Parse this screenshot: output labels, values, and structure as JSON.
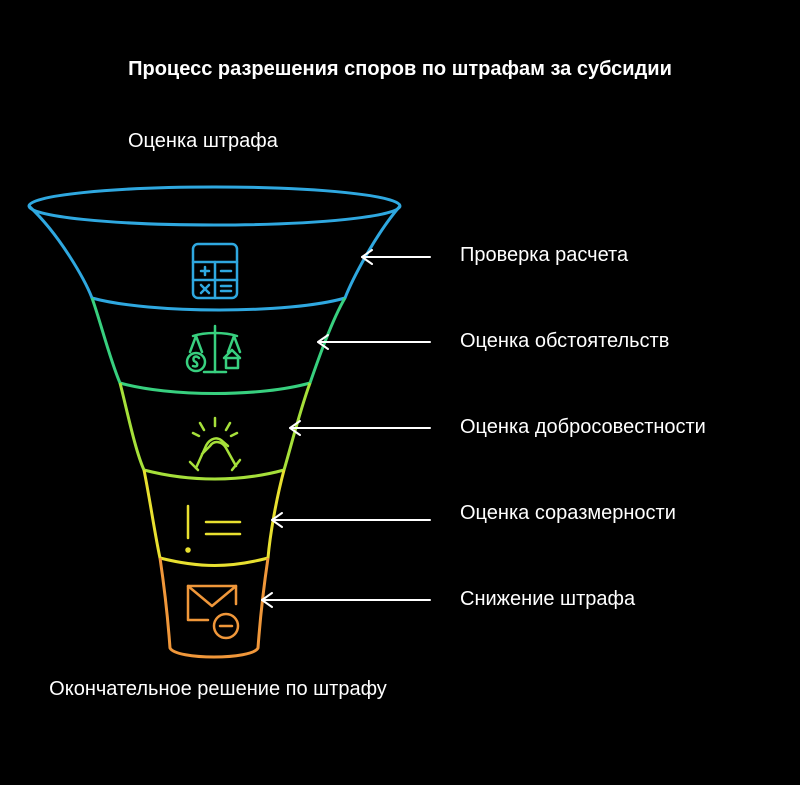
{
  "title": "Процесс разрешения споров по штрафам за субсидии",
  "top_label": "Оценка штрафа",
  "bottom_label": "Окончательное решение по штрафу",
  "stages": [
    {
      "label": "Проверка расчета",
      "icon": "calculator-icon",
      "color": "#2fa8e0"
    },
    {
      "label": "Оценка обстоятельств",
      "icon": "scales-money-house-icon",
      "color": "#38d07f"
    },
    {
      "label": "Оценка добросовестности",
      "icon": "handshake-icon",
      "color": "#a6e03a"
    },
    {
      "label": "Оценка соразмерности",
      "icon": "exclamation-list-icon",
      "color": "#e8e030"
    },
    {
      "label": "Снижение штрафа",
      "icon": "envelope-minus-icon",
      "color": "#f0973a"
    }
  ]
}
